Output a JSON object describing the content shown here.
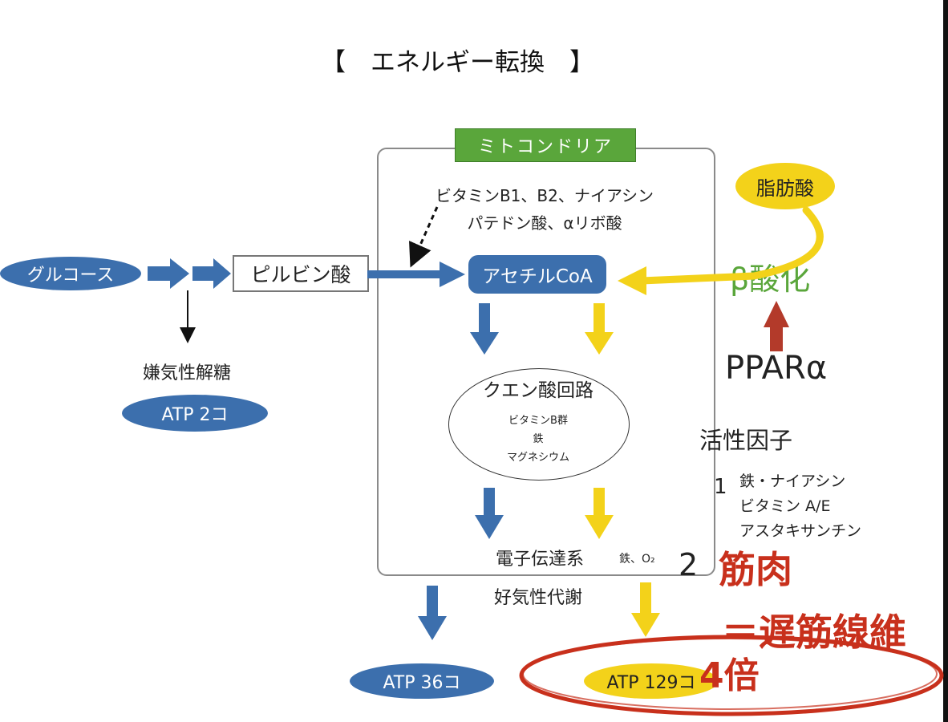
{
  "title": "【　エネルギー転換　】",
  "mitochondria_label": "ミトコンドリア",
  "vitamins_line1": "ビタミンB1、B2、ナイアシン",
  "vitamins_line2": "パテドン酸、αリボ酸",
  "glucose": "グルコース",
  "pyruvate": "ピルビン酸",
  "acetyl_coa": "アセチルCoA",
  "fatty_acid": "脂肪酸",
  "beta_oxidation": "β酸化",
  "ppar": "PPARα",
  "anaerobic": "嫌気性解糖",
  "atp_anaerobic": "ATP 2コ",
  "tca": {
    "title": "クエン酸回路",
    "line1": "ビタミンB群",
    "line2": "鉄",
    "line3": "マグネシウム"
  },
  "active_factor": "活性因子",
  "factor_number_1": "1",
  "factor_lines": [
    "鉄・ナイアシン",
    "ビタミン A/E",
    "アスタキサンチン"
  ],
  "etc": "電子伝達系",
  "etc_cofactors": "鉄、O₂",
  "factor_number_2": "2",
  "muscle": "筋肉",
  "slow_fiber": "＝遅筋線維",
  "aerobic": "好気性代謝",
  "atp_aerobic_carb": "ATP 36コ",
  "atp_aerobic_fat": "ATP 129コ",
  "four_times": "4倍",
  "colors": {
    "blue": "#3c6fad",
    "yellow": "#f3d21a",
    "green": "#5aa63b",
    "red": "#c8301c",
    "dark_red": "#b33a2a"
  }
}
